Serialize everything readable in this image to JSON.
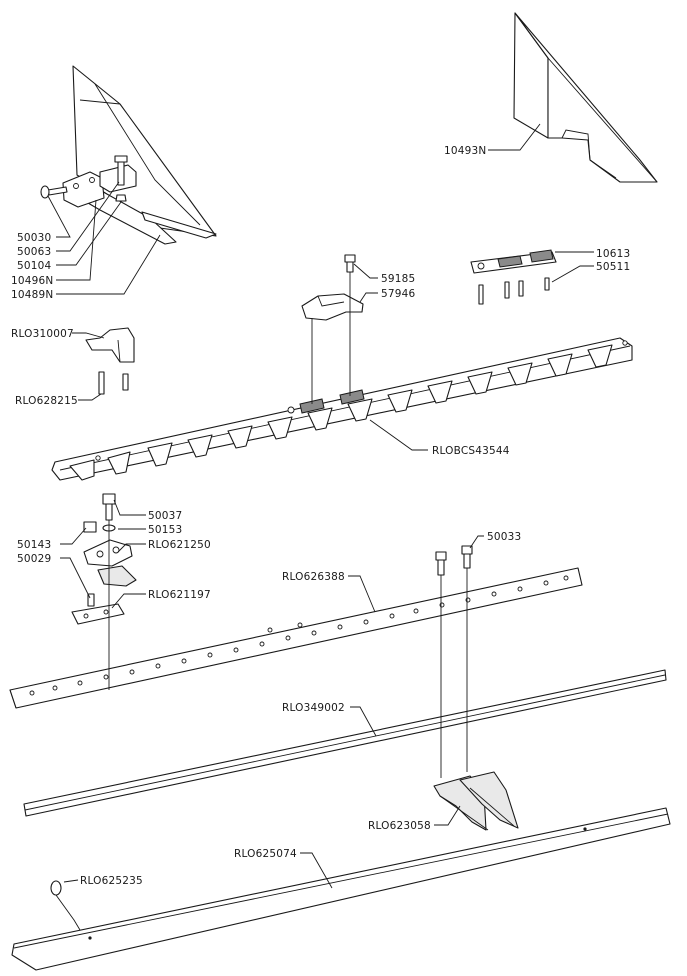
{
  "diagram": {
    "labels": {
      "p10493N": "10493N",
      "p50030": "50030",
      "p50063": "50063",
      "p50104": "50104",
      "p10496N": "10496N",
      "p10489N": "10489N",
      "p59185": "59185",
      "p57946": "57946",
      "p10613": "10613",
      "p50511": "50511",
      "pRLO310007": "RLO310007",
      "pRLO628215": "RLO628215",
      "pRLOBCS43544": "RLOBCS43544",
      "p50037": "50037",
      "p50153": "50153",
      "p50143": "50143",
      "pRLO621250": "RLO621250",
      "p50029": "50029",
      "pRLO621197": "RLO621197",
      "p50033": "50033",
      "pRLO626388": "RLO626388",
      "pRLO349002": "RLO349002",
      "pRLO623058": "RLO623058",
      "pRLO625074": "RLO625074",
      "pRLO625235": "RLO625235"
    }
  }
}
